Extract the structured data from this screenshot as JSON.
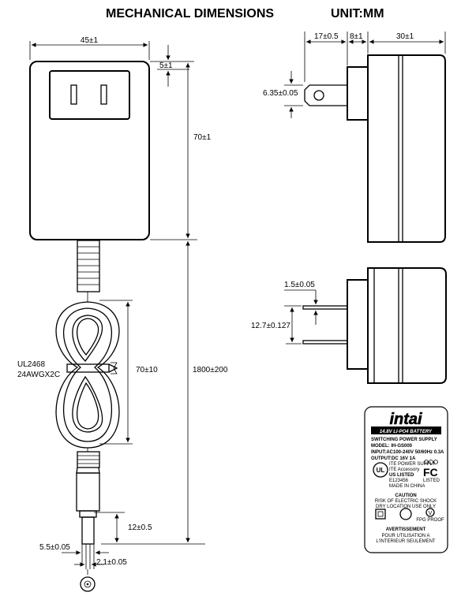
{
  "title": "MECHANICAL DIMENSIONS",
  "unit": "UNIT:MM",
  "dims": {
    "width_front": "45±1",
    "pin_offset": "5±1",
    "height": "70±1",
    "pin_length": "17±0.5",
    "base_depth": "8±1",
    "body_depth": "30±1",
    "pin_width": "6.35±0.05",
    "pin_thickness": "1.5±0.05",
    "pin_spacing": "12.7±0.127",
    "coil_length": "70±10",
    "cable_length": "1800±200",
    "plug_length": "12±0.5",
    "plug_od": "5.5±0.05",
    "plug_id": "2.1±0.05"
  },
  "cable_spec": {
    "line1": "UL2468",
    "line2": "24AWGX2C"
  },
  "label": {
    "brand": "intai",
    "product": "14.8V LI-PO4 BATTERY",
    "type": "SWITCHING POWER SUPPLY",
    "model": "MODEL: IH-GS000",
    "input": "INPUT:AC100-240V 50/60Hz 0.3A",
    "output": "OUTPUT:DC 16V 1A",
    "ite": "ITE POWER SUPPLY",
    "ul_line1": "ITE Accessory",
    "ul_listed": "LISTED",
    "us_listed": "US LISTED",
    "file_no": "E123456",
    "made_in": "MADE IN CHINA",
    "fc": "FC",
    "caution": "CAUTION",
    "risk": "RISK OF ELECTRIC SHOCK",
    "dry": "DRY LOCATION USE ONLY",
    "avert": "AVERTISSEMENT",
    "pour": "POUR UTILISATION A",
    "interieur": "L'INTERIEUR SEULEMENT",
    "v_mark": "V",
    "v_sub": "FPG PROOF"
  }
}
